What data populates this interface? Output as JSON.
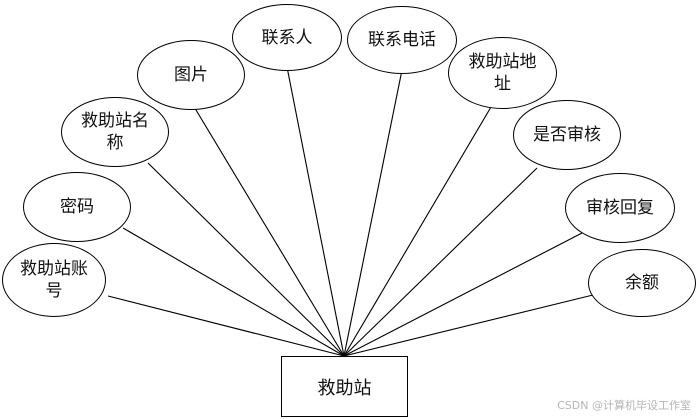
{
  "entity": {
    "label": "救助站"
  },
  "attributes": [
    {
      "id": "account",
      "label": "救助站账号"
    },
    {
      "id": "password",
      "label": "密码"
    },
    {
      "id": "name",
      "label": "救助站名称"
    },
    {
      "id": "image",
      "label": "图片"
    },
    {
      "id": "contact",
      "label": "联系人"
    },
    {
      "id": "phone",
      "label": "联系电话"
    },
    {
      "id": "address",
      "label": "救助站地址"
    },
    {
      "id": "approved",
      "label": "是否审核"
    },
    {
      "id": "review-reply",
      "label": "审核回复"
    },
    {
      "id": "balance",
      "label": "余额"
    }
  ],
  "watermark": "CSDN @计算机毕设工作室"
}
